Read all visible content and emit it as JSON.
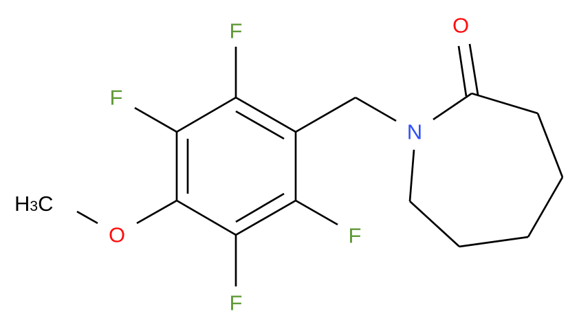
{
  "molecule": {
    "atoms": {
      "f_top": "F",
      "f_left": "F",
      "f_right": "F",
      "f_bottom": "F",
      "o_methoxy": "O",
      "methyl_h": "H",
      "methyl_sub": "3",
      "methyl_c": "C",
      "n_ring": "N",
      "o_carbonyl": "O"
    },
    "colors": {
      "fluorine": "#5f9a37",
      "oxygen": "#ff0d0d",
      "nitrogen": "#3050f8",
      "carbon": "#000000"
    }
  }
}
